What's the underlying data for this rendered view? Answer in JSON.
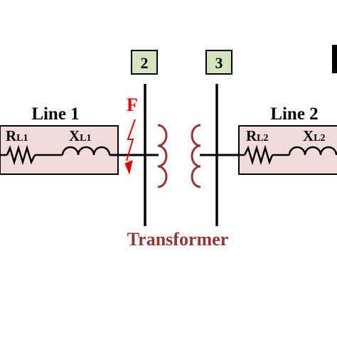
{
  "buses": [
    {
      "label": "2"
    },
    {
      "label": "3"
    }
  ],
  "line1": {
    "title": "Line 1",
    "resistor": {
      "main": "R",
      "sub": "L1"
    },
    "reactance": {
      "main": "X",
      "sub": "L1"
    }
  },
  "line2": {
    "title": "Line 2",
    "resistor": {
      "main": "R",
      "sub": "L2"
    },
    "reactance": {
      "main": "X",
      "sub": "L2"
    }
  },
  "fault": {
    "label": "F",
    "icon": "lightning-bolt-icon"
  },
  "transformer": {
    "label": "Transformer"
  },
  "colors": {
    "box_fill": "#f2dcdb",
    "bus_label_fill": "#d6e3bc",
    "winding": "#943634",
    "fault": "#e60000",
    "wire": "#000000"
  }
}
